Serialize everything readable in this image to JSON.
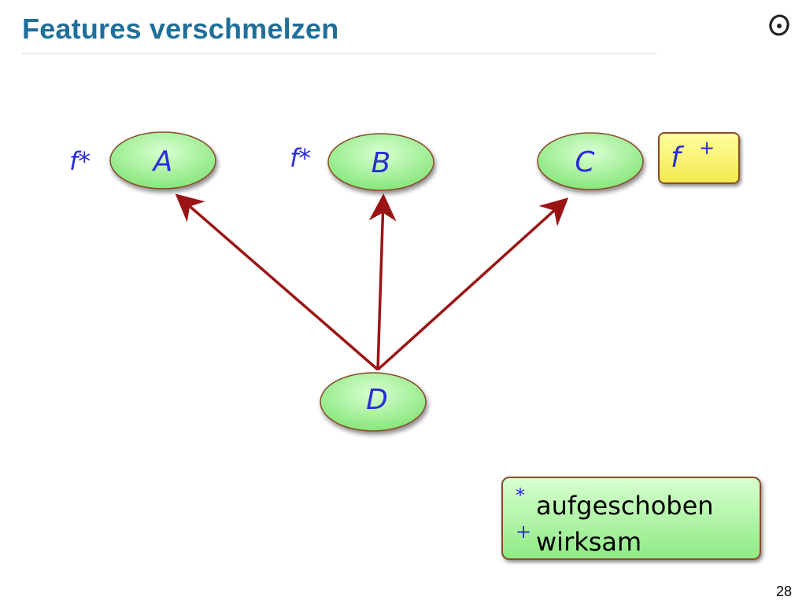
{
  "slide": {
    "title": "Features verschmelzen",
    "page_number": "28"
  },
  "diagram": {
    "nodes": [
      {
        "id": "A",
        "label": "A",
        "feature": "f*"
      },
      {
        "id": "B",
        "label": "B",
        "feature": "f*"
      },
      {
        "id": "C",
        "label": "C",
        "feature": ""
      },
      {
        "id": "D",
        "label": "D",
        "feature": ""
      }
    ],
    "edges": [
      {
        "from": "D",
        "to": "A"
      },
      {
        "from": "D",
        "to": "B"
      },
      {
        "from": "D",
        "to": "C"
      }
    ],
    "effective_feature": {
      "name": "f",
      "mark": "+"
    }
  },
  "legend": {
    "items": [
      {
        "symbol": "*",
        "text": "aufgeschoben"
      },
      {
        "symbol": "+",
        "text": "wirksam"
      }
    ]
  },
  "colors": {
    "title": "#1f6f9a",
    "node_text": "#2b2ed6",
    "arrow": "#9b1414",
    "node_fill": "#a8f29a",
    "box_fill": "#f6ec5a"
  }
}
